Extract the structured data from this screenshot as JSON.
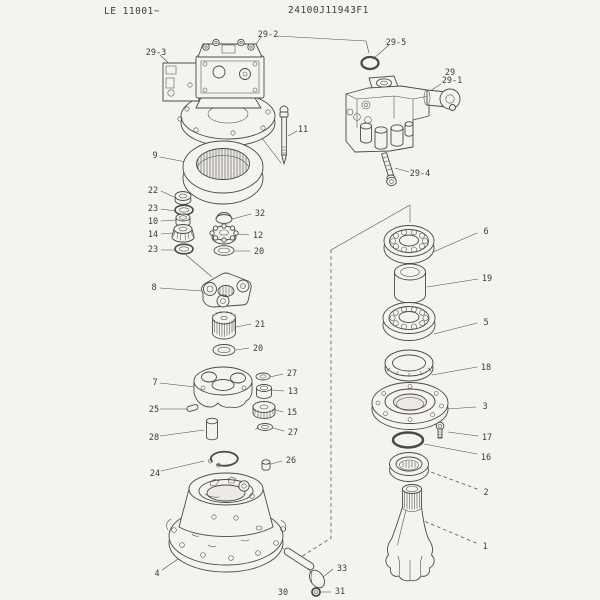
{
  "header": {
    "serial_range": "LE 11001~",
    "drawing_number": "24100J11943F1"
  },
  "colors": {
    "background": "#f4f3ee",
    "line": "#4a4a4a",
    "text": "#3c3c3c"
  },
  "callouts": [
    {
      "label": "29-3"
    },
    {
      "label": "29-2"
    },
    {
      "label": "29-5"
    },
    {
      "label": "29"
    },
    {
      "label": "29-1"
    },
    {
      "label": "11"
    },
    {
      "label": "29-4"
    },
    {
      "label": "9"
    },
    {
      "label": "22"
    },
    {
      "label": "23"
    },
    {
      "label": "10"
    },
    {
      "label": "14"
    },
    {
      "label": "23"
    },
    {
      "label": "32"
    },
    {
      "label": "12"
    },
    {
      "label": "20"
    },
    {
      "label": "8"
    },
    {
      "label": "21"
    },
    {
      "label": "20"
    },
    {
      "label": "7"
    },
    {
      "label": "27"
    },
    {
      "label": "13"
    },
    {
      "label": "15"
    },
    {
      "label": "27"
    },
    {
      "label": "25"
    },
    {
      "label": "28"
    },
    {
      "label": "26"
    },
    {
      "label": "24"
    },
    {
      "label": "4"
    },
    {
      "label": "30"
    },
    {
      "label": "33"
    },
    {
      "label": "31"
    },
    {
      "label": "6"
    },
    {
      "label": "19"
    },
    {
      "label": "5"
    },
    {
      "label": "18"
    },
    {
      "label": "3"
    },
    {
      "label": "17"
    },
    {
      "label": "16"
    },
    {
      "label": "2"
    },
    {
      "label": "1"
    }
  ]
}
